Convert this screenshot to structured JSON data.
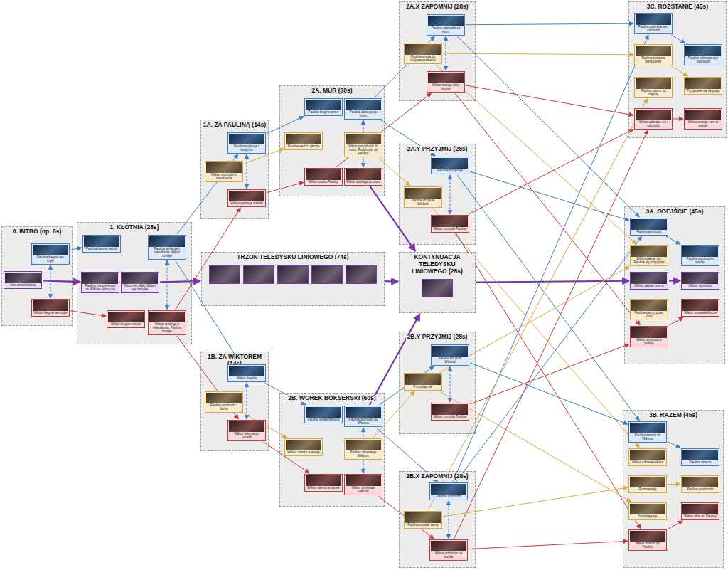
{
  "diagram": {
    "nodes": [
      {
        "text": [
          "0. INTRO (np. 6s)"
        ]
      },
      {
        "text": [
          "Paulina biegnie we mgle"
        ],
        "in": 0
      },
      {
        "text": [
          "Intro przed kłótnią"
        ],
        "in": 0
      },
      {
        "text": [
          "Wiktor biegnie we mgle"
        ],
        "in": 0
      },
      {
        "text": [
          "1. KŁÓTNIA (28s)"
        ]
      },
      {
        "text": [
          "Paulina biegnie wśród"
        ],
        "in": 4
      },
      {
        "text": [
          "Paulina wybiega z mieszkania, Wiktor zostaje"
        ],
        "in": 4
      },
      {
        "text": [
          "Paulina ma pretensje do Wiktora, kłócą się"
        ],
        "in": 4
      },
      {
        "text": [
          "Kłócą się dalej, Wiktor się zamyka"
        ],
        "in": 4
      },
      {
        "text": [
          "Wiktor biegnie wśród"
        ],
        "in": 4
      },
      {
        "text": [
          "Wiktor wybiega z mieszkania, Paulina zostaje"
        ],
        "in": 4
      },
      {
        "text": [
          "1A. ZA PAULINĄ (14s)"
        ]
      },
      {
        "text": [
          "Paulina wybiega z budynku"
        ],
        "in": 11
      },
      {
        "text": [
          "Wiktor wychodzi z mieszkania"
        ],
        "in": 11
      },
      {
        "text": [
          "Wiktor wybiega z klatki"
        ],
        "in": 11
      },
      {
        "text": [
          "TRZON TELEDYSKU LINIOWEGO (74s)"
        ]
      },
      {
        "text": [
          "1B. ZA WIKTOREM (14s)"
        ]
      },
      {
        "text": [
          "Wiktor biegnie"
        ],
        "in": 16
      },
      {
        "text": [
          "Paulina wychodzi z domu"
        ],
        "in": 16
      },
      {
        "text": [
          "Wiktor biegnie po ulicach"
        ],
        "in": 16
      },
      {
        "text": [
          "2A. MUR (60s)"
        ]
      },
      {
        "text": [
          "Paulina biegnie przez"
        ],
        "in": 20
      },
      {
        "text": [
          "Paulina dobiega do muru"
        ],
        "in": 20
      },
      {
        "text": [
          "Paulina siedzi i płacze"
        ],
        "in": 20
      },
      {
        "text": [
          "Wiktor przychodzi do muru. Podchodzi do Pauliny"
        ],
        "in": 20
      },
      {
        "text": [
          "Wiktor szuka Pauliny"
        ],
        "in": 20
      },
      {
        "text": [
          "Wiktor dobiega do muru"
        ],
        "in": 20
      },
      {
        "text": [
          "2B. WOREK BOKSERSKI (60s)"
        ]
      },
      {
        "text": [
          "Paulina szuka Wiktora"
        ],
        "in": 27
      },
      {
        "text": [
          "Paulina dochodzi do Wiktora"
        ],
        "in": 27
      },
      {
        "text": [
          "Wiktor uderza w worek"
        ],
        "in": 27
      },
      {
        "text": [
          "Paulina obserwuje Wiktora"
        ],
        "in": 27
      },
      {
        "text": [
          "Wiktor uderza w worek"
        ],
        "in": 27
      },
      {
        "text": [
          "Wiktor przestaje uderzać"
        ],
        "in": 27
      },
      {
        "text": [
          "2A.X ZAPOMNIJ (28s)"
        ]
      },
      {
        "text": [
          "Paulina odchodzi od muru"
        ],
        "in": 34
      },
      {
        "text": [
          "Paulina wraca do miejsca spotkania"
        ],
        "in": 34
      },
      {
        "text": [
          "Wiktor zostaje przy murze"
        ],
        "in": 34
      },
      {
        "text": [
          "2A.Y PRZYJMIJ (28s)"
        ]
      },
      {
        "text": [
          "Paulina przyjmuje"
        ],
        "in": 38
      },
      {
        "text": [
          "Paulina przytula Wiktora"
        ],
        "in": 38
      },
      {
        "text": [
          "Wiktor przytula Paulinę"
        ],
        "in": 38
      },
      {
        "text": [
          "KONTYNUACJA TELEDYSKU LINIOWEGO (28s)"
        ]
      },
      {
        "text": [
          "2B.Y PRZYJMIJ (28s)"
        ]
      },
      {
        "text": [
          "Paulina przytula Wiktora"
        ],
        "in": 43
      },
      {
        "text": [
          "Przytulają się"
        ],
        "in": 43
      },
      {
        "text": [
          "Wiktor przytula Paulinę"
        ],
        "in": 43
      },
      {
        "text": [
          "2B.X ZAPOMNIJ (28s)"
        ]
      },
      {
        "text": [
          "Paulina odchodzi"
        ],
        "in": 47
      },
      {
        "text": [
          "Paulina zostaje sama"
        ],
        "in": 47
      },
      {
        "text": [
          "Wiktor odchodzi od worka"
        ],
        "in": 47
      },
      {
        "text": [
          "3C. ROZSTANIE (45s)"
        ]
      },
      {
        "text": [
          "Paulina odwraca się i odchodzi"
        ],
        "in": 51
      },
      {
        "text": [
          "Paulina zostawia pierścionek"
        ],
        "in": 51
      },
      {
        "text": [
          "Paulina odwraca się i odchodzi"
        ],
        "in": 51
      },
      {
        "text": [
          "Paulina patrzy na zdjęcie"
        ],
        "in": 51
      },
      {
        "text": [
          "Przyjaciele się żegnają"
        ],
        "in": 51
      },
      {
        "text": [
          "Wiktor odwraca się i odchodzi"
        ],
        "in": 51
      },
      {
        "text": [
          "Wiktor zostaje sam w pokoju"
        ],
        "in": 51
      },
      {
        "text": [
          "3A. ODEJŚCIE (45s)"
        ]
      },
      {
        "text": [
          "Paulina wychodzi"
        ],
        "in": 59
      },
      {
        "text": [
          "Wiktor pakuje się. Paulina się przygląda"
        ],
        "in": 59
      },
      {
        "text": [
          "Paulina wychodzi z pokoju"
        ],
        "in": 59
      },
      {
        "text": [
          "Wiktor pakuje rzeczy"
        ],
        "in": 59
      },
      {
        "text": [
          "Wiktor wychodzi"
        ],
        "in": 59
      },
      {
        "text": [
          "Paulina patrzy przez okno"
        ],
        "in": 59
      },
      {
        "text": [
          "Wiktor zostawia klucze"
        ],
        "in": 59
      },
      {
        "text": [
          "Wiktor wychodzi z pokoju"
        ],
        "in": 59
      },
      {
        "text": [
          "3B. RAZEM (45s)"
        ]
      },
      {
        "text": [
          "Paulina dzwoni do Wiktora"
        ],
        "in": 68
      },
      {
        "text": [
          "Wiktor odbiera telefon"
        ],
        "in": 68
      },
      {
        "text": [
          "Paulina dzwoni"
        ],
        "in": 68
      },
      {
        "text": [
          "Rozmawiają"
        ],
        "in": 68
      },
      {
        "text": [
          "Paulina podchodzi"
        ],
        "in": 68
      },
      {
        "text": [
          "Spotykają się"
        ],
        "in": 68
      },
      {
        "text": [
          "Wiktor idzie do Pauliny"
        ],
        "in": 68
      },
      {
        "text": [
          "Wiktor dzwoni do Pauliny"
        ],
        "in": 68
      }
    ],
    "edges": [
      {
        "from": 1,
        "to": 5,
        "arrow": "to"
      },
      {
        "from": 3,
        "to": 9,
        "arrow": "to"
      },
      {
        "from": 2,
        "to": 7,
        "arrow": "to"
      },
      {
        "from": 7,
        "to": 8,
        "arrow": "to"
      },
      {
        "from": 8,
        "to": 15,
        "arrow": "to"
      },
      {
        "from": 15,
        "to": 42,
        "arrow": "to"
      },
      {
        "from": 42,
        "to": 63,
        "arrow": "to"
      },
      {
        "from": 63,
        "to": 64,
        "arrow": "to"
      },
      {
        "from": 1,
        "to": 3,
        "arrow": "both"
      },
      {
        "from": 6,
        "to": 10,
        "arrow": "both"
      },
      {
        "from": 6,
        "to": 12,
        "arrow": "to"
      },
      {
        "from": 6,
        "to": 17,
        "arrow": "to"
      },
      {
        "from": 10,
        "to": 14,
        "arrow": "to"
      },
      {
        "from": 10,
        "to": 19,
        "arrow": "to"
      },
      {
        "from": 12,
        "to": 14,
        "arrow": "both"
      },
      {
        "from": 12,
        "to": 21,
        "arrow": "to"
      },
      {
        "from": 13,
        "to": 23,
        "arrow": "to"
      },
      {
        "from": 14,
        "to": 25,
        "arrow": "to"
      },
      {
        "from": 17,
        "to": 19,
        "arrow": "both"
      },
      {
        "from": 17,
        "to": 28,
        "arrow": "to"
      },
      {
        "from": 18,
        "to": 30,
        "arrow": "to"
      },
      {
        "from": 19,
        "to": 32,
        "arrow": "to"
      },
      {
        "from": 22,
        "to": 26,
        "arrow": "both"
      },
      {
        "from": 22,
        "to": 35,
        "arrow": "to"
      },
      {
        "from": 22,
        "to": 39,
        "arrow": "to"
      },
      {
        "from": 24,
        "to": 40,
        "arrow": "to"
      },
      {
        "from": 25,
        "to": 37,
        "arrow": "to"
      },
      {
        "from": 26,
        "to": 42,
        "arrow": "to"
      },
      {
        "from": 29,
        "to": 42,
        "arrow": "to"
      },
      {
        "from": 29,
        "to": 33,
        "arrow": "both"
      },
      {
        "from": 29,
        "to": 44,
        "arrow": "to"
      },
      {
        "from": 29,
        "to": 48,
        "arrow": "to"
      },
      {
        "from": 31,
        "to": 45,
        "arrow": "to"
      },
      {
        "from": 33,
        "to": 50,
        "arrow": "to"
      },
      {
        "from": 35,
        "to": 37,
        "arrow": "both"
      },
      {
        "from": 35,
        "to": 52,
        "arrow": "to"
      },
      {
        "from": 36,
        "to": 53,
        "arrow": "to"
      },
      {
        "from": 37,
        "to": 57,
        "arrow": "to"
      },
      {
        "from": 35,
        "to": 60,
        "arrow": "to"
      },
      {
        "from": 37,
        "to": 67,
        "arrow": "to"
      },
      {
        "from": 36,
        "to": 61,
        "arrow": "to"
      },
      {
        "from": 39,
        "to": 41,
        "arrow": "both"
      },
      {
        "from": 39,
        "to": 60,
        "arrow": "to"
      },
      {
        "from": 40,
        "to": 70,
        "arrow": "to"
      },
      {
        "from": 41,
        "to": 57,
        "arrow": "to"
      },
      {
        "from": 41,
        "to": 76,
        "arrow": "to"
      },
      {
        "from": 39,
        "to": 69,
        "arrow": "to"
      },
      {
        "from": 44,
        "to": 46,
        "arrow": "both"
      },
      {
        "from": 44,
        "to": 69,
        "arrow": "to"
      },
      {
        "from": 45,
        "to": 61,
        "arrow": "to"
      },
      {
        "from": 46,
        "to": 67,
        "arrow": "to"
      },
      {
        "from": 45,
        "to": 74,
        "arrow": "to"
      },
      {
        "from": 48,
        "to": 50,
        "arrow": "both"
      },
      {
        "from": 48,
        "to": 52,
        "arrow": "to"
      },
      {
        "from": 49,
        "to": 55,
        "arrow": "to"
      },
      {
        "from": 50,
        "to": 57,
        "arrow": "to"
      },
      {
        "from": 48,
        "to": 60,
        "arrow": "to"
      },
      {
        "from": 50,
        "to": 76,
        "arrow": "to"
      },
      {
        "from": 49,
        "to": 72,
        "arrow": "to"
      },
      {
        "from": 52,
        "to": 54,
        "arrow": "to"
      },
      {
        "from": 53,
        "to": 56,
        "arrow": "to"
      },
      {
        "from": 57,
        "to": 58,
        "arrow": "to"
      },
      {
        "from": 60,
        "to": 62,
        "arrow": "to"
      },
      {
        "from": 67,
        "to": 66,
        "arrow": "to"
      },
      {
        "from": 69,
        "to": 71,
        "arrow": "to"
      },
      {
        "from": 72,
        "to": 73,
        "arrow": "to"
      },
      {
        "from": 76,
        "to": 75,
        "arrow": "to"
      }
    ]
  }
}
